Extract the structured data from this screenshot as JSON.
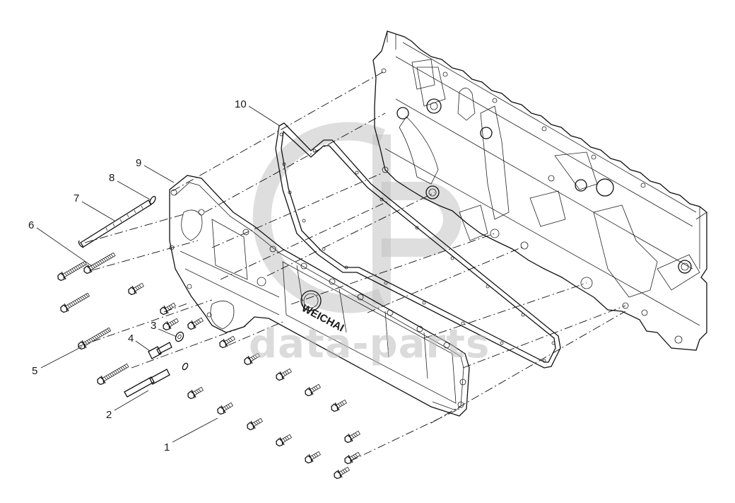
{
  "diagram": {
    "callouts": [
      "1",
      "2",
      "3",
      "4",
      "5",
      "6",
      "7",
      "8",
      "9",
      "10"
    ],
    "cover_logo_text": "WEICHAI"
  },
  "watermark": {
    "text": "data-parts",
    "color": "#bebebe"
  }
}
